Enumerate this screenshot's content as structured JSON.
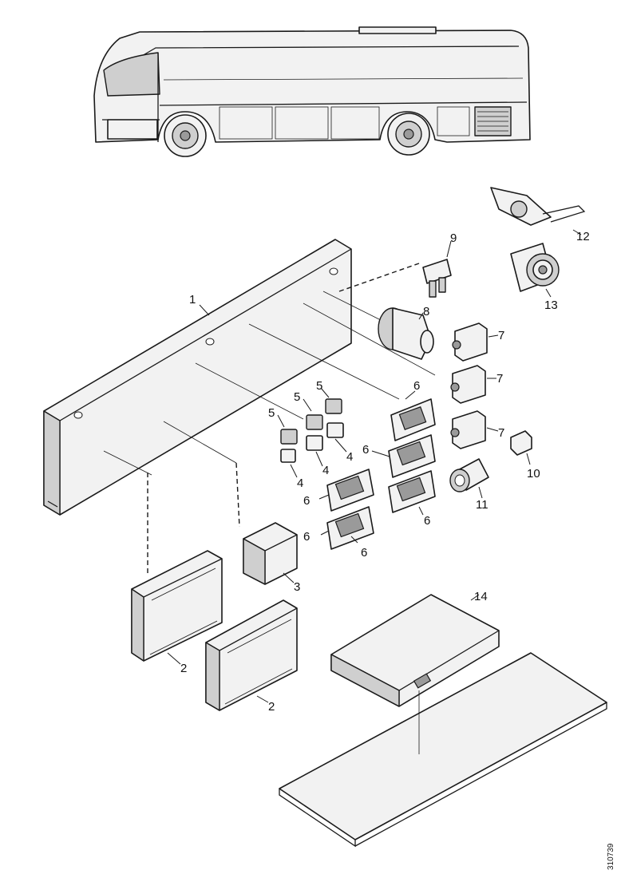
{
  "callouts": {
    "c1": "1",
    "c2a": "2",
    "c2b": "2",
    "c3": "3",
    "c4a": "4",
    "c4b": "4",
    "c4c": "4",
    "c5a": "5",
    "c5b": "5",
    "c5c": "5",
    "c6a": "6",
    "c6b": "6",
    "c6c": "6",
    "c6d": "6",
    "c6e": "6",
    "c6f": "6",
    "c6g": "6",
    "c7a": "7",
    "c7b": "7",
    "c7c": "7",
    "c8": "8",
    "c9": "9",
    "c10": "10",
    "c11": "11",
    "c12": "12",
    "c13": "13",
    "c14": "14"
  },
  "reference_number": "310739"
}
